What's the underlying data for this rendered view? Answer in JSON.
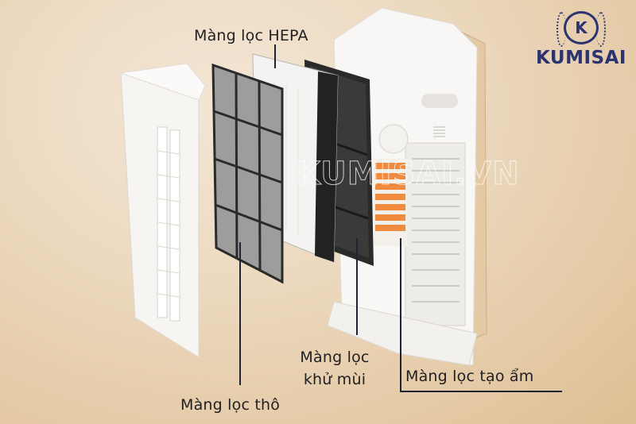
{
  "brand": {
    "logo_letter": "K",
    "logo_text": "KUMISAI",
    "color": "#2b3470"
  },
  "watermark": "KUMISAI.VN",
  "labels": {
    "hepa": "Màng lọc HEPA",
    "deodorize_line1": "Màng lọc",
    "deodorize_line2": "khử mùi",
    "humidify": "Màng lọc tạo ẩm",
    "prefilter": "Màng lọc thô"
  },
  "colors": {
    "background": "#ecd9bf",
    "text": "#1f1f22",
    "leader": "#1f2433",
    "filter_frame": "#2a2a2a",
    "humidifier_orange": "#f08a3c",
    "body_gold": "#d9b88f"
  }
}
